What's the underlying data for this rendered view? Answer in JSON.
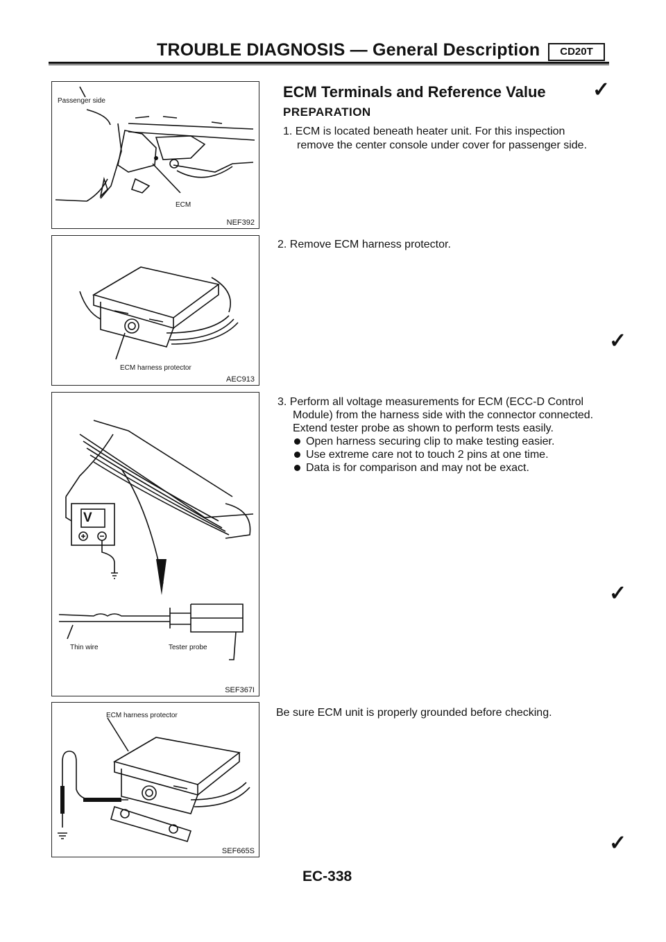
{
  "header": {
    "title": "TROUBLE DIAGNOSIS — General Description",
    "engine_badge": "CD20T"
  },
  "figures": [
    {
      "code": "NEF392",
      "labels": [
        "Passenger side",
        "ECM"
      ]
    },
    {
      "code": "AEC913",
      "labels": [
        "ECM harness protector"
      ]
    },
    {
      "code": "SEF367I",
      "labels": [
        "Thin wire",
        "Tester probe",
        "V"
      ]
    },
    {
      "code": "SEF665S",
      "labels": [
        "ECM harness protector"
      ]
    }
  ],
  "section": {
    "title": "ECM Terminals and Reference Value",
    "subtitle": "PREPARATION",
    "step1_line1": "1. ECM is located beneath heater unit. For this inspection",
    "step1_line2": "remove the center console under cover for passenger side.",
    "step2": "2. Remove ECM harness protector.",
    "step3_line1": "3. Perform all voltage measurements for ECM (ECC-D Control",
    "step3_line2": "Module) from the harness side with the connector connected.",
    "step3_line3": "Extend tester probe as shown to perform tests easily.",
    "bullets": [
      "Open harness securing clip to make testing easier.",
      "Use extreme care not to touch 2 pins at one time.",
      "Data is for comparison and may not be exact."
    ],
    "note": "Be sure ECM unit is properly grounded before checking."
  },
  "footer": {
    "page_number": "EC-338"
  }
}
